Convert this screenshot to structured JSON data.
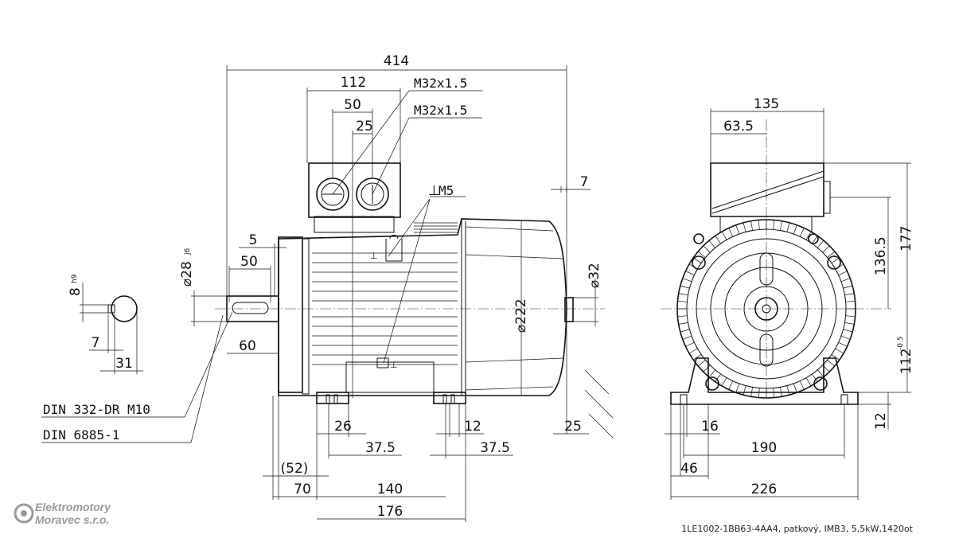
{
  "title": "1LE1002-1BB63-4AA4, patkový, IMB3, 5,5kW,1420ot",
  "logo": {
    "line1": "Elektromotory",
    "line2": "Moravec s.r.o."
  },
  "side_view": {
    "overall_length": "414",
    "terminal_box_width": "112",
    "gland_spacing": "50",
    "gland_offset": "25",
    "gland_thread_1": "M32x1.5",
    "gland_thread_2": "M32x1.5",
    "earth_screw": "M5",
    "earth_symbol": "⊥",
    "rear_gap": "7",
    "shaft_shoulder": "5",
    "key_length": "50",
    "shaft_diameter": "⌀28",
    "shaft_fit": "j6",
    "shaft_length": "60",
    "rear_shaft_diameter": "⌀32",
    "housing_diameter": "⌀222",
    "foot_thickness": "25",
    "bolt_hole_26": "26",
    "bolt_hole_12": "12",
    "foot_37_5_left": "37.5",
    "foot_37_5_right": "37.5",
    "ref_52": "(52)",
    "foot_70": "70",
    "foot_140": "140",
    "foot_176": "176",
    "note_din_1": "DIN 332-DR M10",
    "note_din_2": "DIN 6885-1"
  },
  "key_detail": {
    "key_width": "8",
    "key_fit": "h9",
    "key_depth": "7",
    "shaft_height": "31"
  },
  "end_view": {
    "box_width": "135",
    "box_offset": "63.5",
    "height_total": "177",
    "height_box": "136.5",
    "shaft_height": "112",
    "shaft_height_tol": "-0.5",
    "foot_height": "12",
    "hole_16": "16",
    "foot_spacing": "190",
    "foot_edge": "46",
    "foot_width": "226"
  }
}
